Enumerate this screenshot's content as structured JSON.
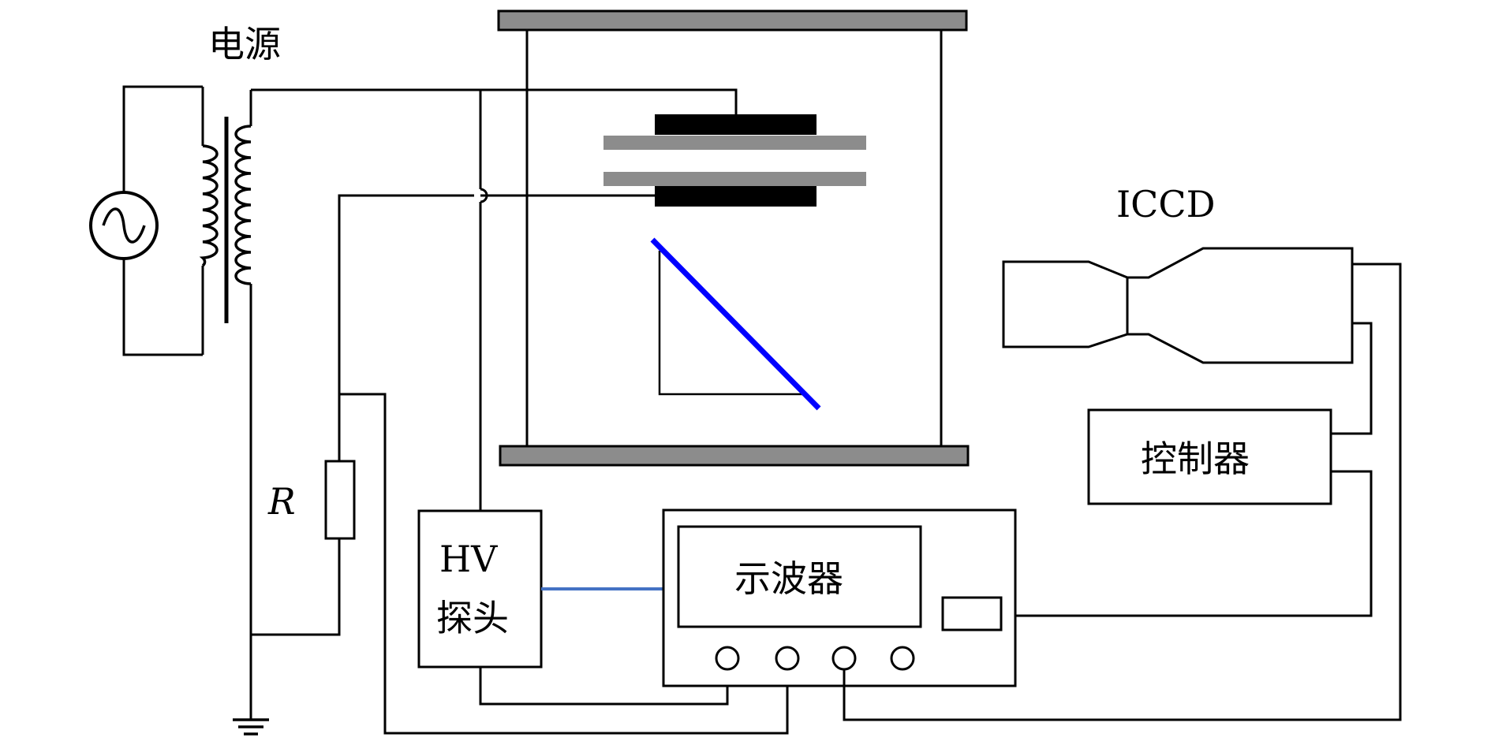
{
  "labels": {
    "power_supply": "电源",
    "resistor": "R",
    "hv_probe_line1": "HV",
    "hv_probe_line2": "探头",
    "oscilloscope": "示波器",
    "camera": "ICCD",
    "controller": "控制器"
  },
  "colors": {
    "line": "#000000",
    "plate": "#8c8c8c",
    "electrode": "#000000",
    "mirror": "#0000ff",
    "probe_signal": "#4472c4"
  },
  "icons": [
    "ac-source-icon",
    "transformer-icon",
    "ground-icon",
    "resistor-icon"
  ]
}
